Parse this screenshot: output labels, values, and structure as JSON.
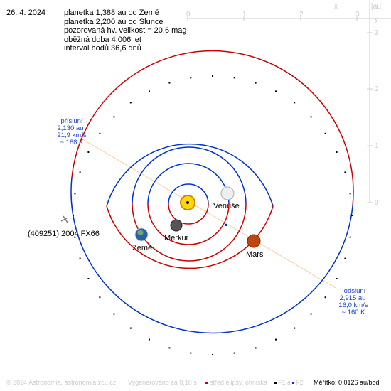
{
  "header": {
    "date": "26. 4. 2024",
    "lines": [
      "planetka 1,388 au od Země",
      "planetka 2,200 au od Slunce",
      "pozorovaná hv. velikost = 20,6 mag",
      "oběžná doba 4,006 let",
      "interval bodů 36,6 dnů"
    ]
  },
  "scale": {
    "x_label": "x",
    "unit_label": "[au]",
    "x_ticks": [
      "0",
      "1",
      "2",
      "3"
    ],
    "y_label": "y",
    "y_ticks": [
      "0",
      "1",
      "2",
      "3"
    ]
  },
  "perihelion": {
    "title": "přísluní",
    "distance": "2,130 au",
    "speed": "21,9 km/s",
    "temperature": "~ 188 K"
  },
  "aphelion": {
    "title": "odsluní",
    "distance": "2,915 au",
    "speed": "16,0 km/s",
    "temperature": "~ 160 K"
  },
  "bodies": {
    "asteroid": "(409251) 2004 FX66",
    "earth": "Země",
    "mercury": "Merkur",
    "venus": "Venuše",
    "mars": "Mars"
  },
  "footer": {
    "copyright": "© 2024 Astronomia, astronomia.zcu.cz",
    "generated": "Vygenerováno za 0,10 s",
    "legend_center": "střed elipsy, ohniska",
    "legend_f1": "F1 a",
    "legend_f2": "F2",
    "scale_text": "Měřítko: 0,0126 au/bod"
  },
  "colors": {
    "earth_side_orbit": "#0033cc",
    "sun_side_orbit": "#cc0000",
    "apsis_line": "#ffcc99",
    "label_blue": "#1a44cc",
    "scale_gray": "#cccccc"
  }
}
